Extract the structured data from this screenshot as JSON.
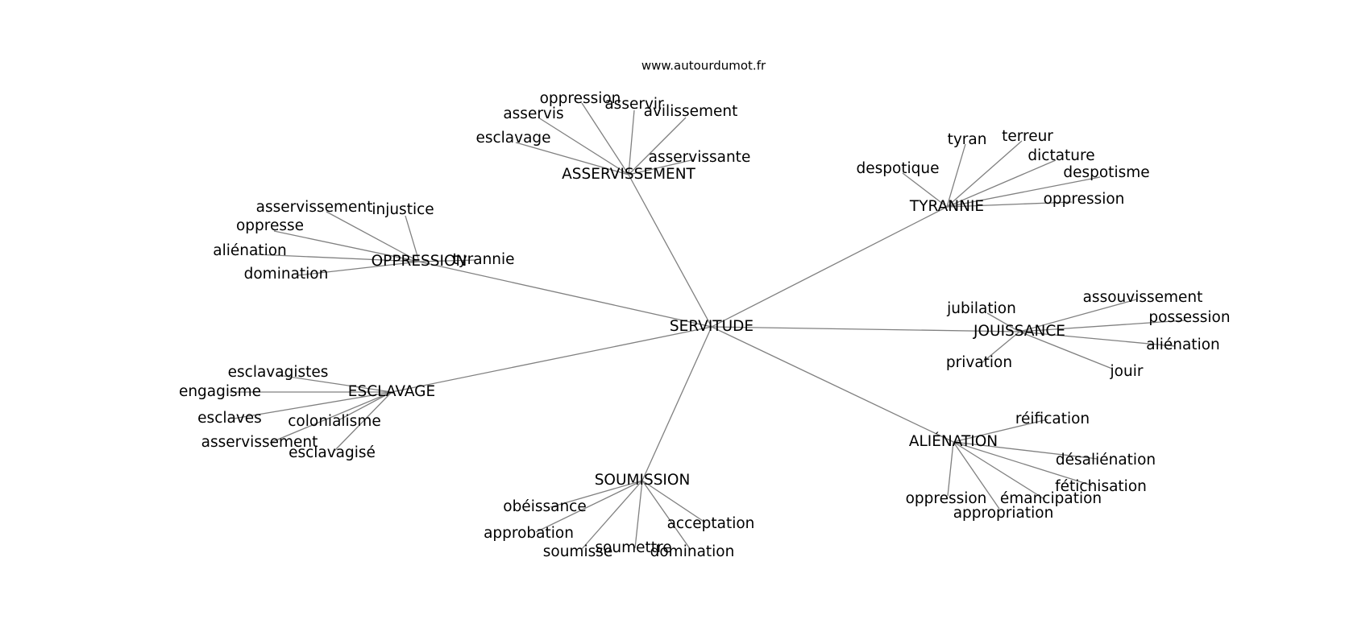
{
  "site": "www.autourdumot.fr",
  "center": "SERVITUDE",
  "clusters": [
    {
      "id": "asservissement",
      "label": "ASSERVISSEMENT",
      "words": [
        "oppression",
        "asservir",
        "asservis",
        "avilissement",
        "esclavage",
        "asservissante"
      ]
    },
    {
      "id": "tyrannie",
      "label": "TYRANNIE",
      "words": [
        "tyran",
        "terreur",
        "dictature",
        "despotique",
        "despotisme",
        "oppression"
      ]
    },
    {
      "id": "oppression",
      "label": "OPPRESSION",
      "words": [
        "asservissement",
        "injustice",
        "oppresse",
        "aliénation",
        "tyrannie",
        "domination"
      ]
    },
    {
      "id": "jouissance",
      "label": "JOUISSANCE",
      "words": [
        "jubilation",
        "assouvissement",
        "possession",
        "aliénation",
        "privation",
        "jouir"
      ]
    },
    {
      "id": "esclavage",
      "label": "ESCLAVAGE",
      "words": [
        "esclavagistes",
        "engagisme",
        "esclaves",
        "colonialisme",
        "asservissement",
        "esclavagisé"
      ]
    },
    {
      "id": "alienation",
      "label": "ALIÉNATION",
      "words": [
        "réification",
        "désaliénation",
        "fétichisation",
        "oppression",
        "émancipation",
        "appropriation"
      ]
    },
    {
      "id": "soumission",
      "label": "SOUMISSION",
      "words": [
        "obéissance",
        "approbation",
        "acceptation",
        "soumisse",
        "soumettre",
        "domination"
      ]
    }
  ]
}
